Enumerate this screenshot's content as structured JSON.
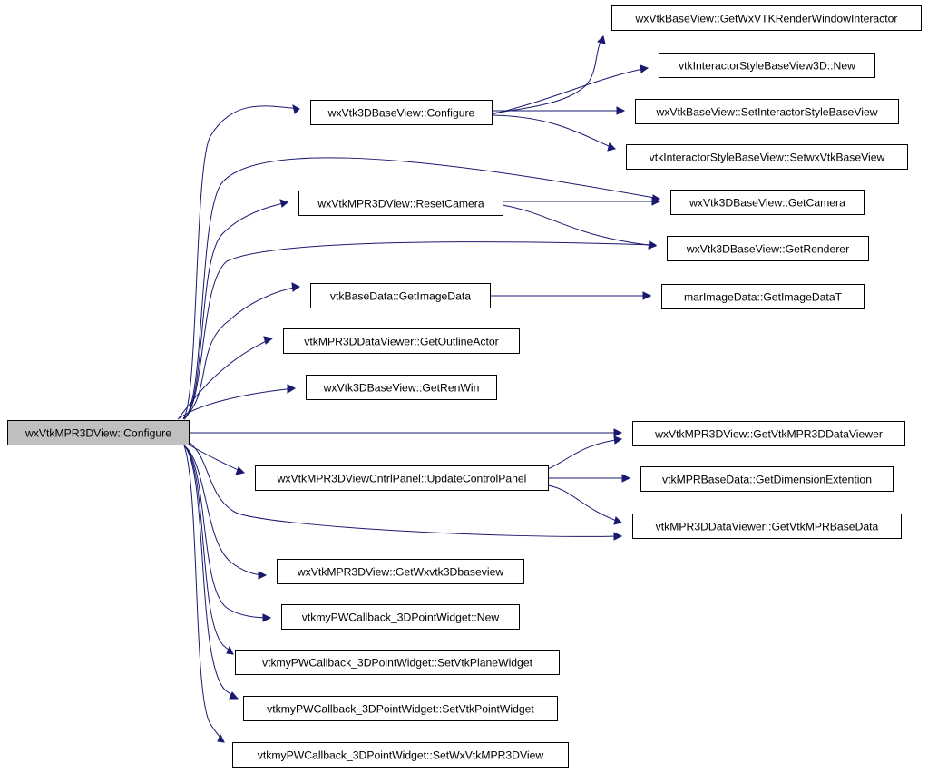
{
  "diagram": {
    "root": "wxVtkMPR3DView::Configure",
    "nodes": [
      {
        "id": "root",
        "label": "wxVtkMPR3DView::Configure"
      },
      {
        "id": "cfg3d",
        "label": "wxVtk3DBaseView::Configure"
      },
      {
        "id": "resetcam",
        "label": "wxVtkMPR3DView::ResetCamera"
      },
      {
        "id": "getimgdata",
        "label": "vtkBaseData::GetImageData"
      },
      {
        "id": "outline",
        "label": "vtkMPR3DDataViewer::GetOutlineActor"
      },
      {
        "id": "renwin",
        "label": "wxVtk3DBaseView::GetRenWin"
      },
      {
        "id": "getviewer",
        "label": "wxVtkMPR3DView::GetVtkMPR3DDataViewer"
      },
      {
        "id": "updpanel",
        "label": "wxVtkMPR3DViewCntrlPanel::UpdateControlPanel"
      },
      {
        "id": "getwx3d",
        "label": "wxVtkMPR3DView::GetWxvtk3Dbaseview"
      },
      {
        "id": "pwnew",
        "label": "vtkmyPWCallback_3DPointWidget::New"
      },
      {
        "id": "setplane",
        "label": "vtkmyPWCallback_3DPointWidget::SetVtkPlaneWidget"
      },
      {
        "id": "setpoint",
        "label": "vtkmyPWCallback_3DPointWidget::SetVtkPointWidget"
      },
      {
        "id": "setwxmpr",
        "label": "vtkmyPWCallback_3DPointWidget::SetWxVtkMPR3DView"
      },
      {
        "id": "getinteractor",
        "label": "wxVtkBaseView::GetWxVTKRenderWindowInteractor"
      },
      {
        "id": "istylenew",
        "label": "vtkInteractorStyleBaseView3D::New"
      },
      {
        "id": "setistyle",
        "label": "wxVtkBaseView::SetInteractorStyleBaseView"
      },
      {
        "id": "setwxbase",
        "label": "vtkInteractorStyleBaseView::SetwxVtkBaseView"
      },
      {
        "id": "getcamera",
        "label": "wxVtk3DBaseView::GetCamera"
      },
      {
        "id": "getrenderer",
        "label": "wxVtk3DBaseView::GetRenderer"
      },
      {
        "id": "marimg",
        "label": "marImageData::GetImageDataT"
      },
      {
        "id": "getdim",
        "label": "vtkMPRBaseData::GetDimensionExtention"
      },
      {
        "id": "getmprbase",
        "label": "vtkMPR3DDataViewer::GetVtkMPRBaseData"
      }
    ],
    "edges": [
      [
        "root",
        "cfg3d"
      ],
      [
        "root",
        "resetcam"
      ],
      [
        "root",
        "getcamera"
      ],
      [
        "root",
        "getrenderer"
      ],
      [
        "root",
        "getimgdata"
      ],
      [
        "root",
        "outline"
      ],
      [
        "root",
        "renwin"
      ],
      [
        "root",
        "getviewer"
      ],
      [
        "root",
        "updpanel"
      ],
      [
        "root",
        "getmprbase"
      ],
      [
        "root",
        "getwx3d"
      ],
      [
        "root",
        "pwnew"
      ],
      [
        "root",
        "setplane"
      ],
      [
        "root",
        "setpoint"
      ],
      [
        "root",
        "setwxmpr"
      ],
      [
        "cfg3d",
        "getinteractor"
      ],
      [
        "cfg3d",
        "istylenew"
      ],
      [
        "cfg3d",
        "setistyle"
      ],
      [
        "cfg3d",
        "setwxbase"
      ],
      [
        "resetcam",
        "getcamera"
      ],
      [
        "resetcam",
        "getrenderer"
      ],
      [
        "getimgdata",
        "marimg"
      ],
      [
        "updpanel",
        "getviewer"
      ],
      [
        "updpanel",
        "getdim"
      ],
      [
        "updpanel",
        "getmprbase"
      ]
    ],
    "colors": {
      "edge": "#191970",
      "root_fill": "#bfbfbf",
      "node_fill": "#ffffff",
      "node_border": "#000000"
    }
  }
}
